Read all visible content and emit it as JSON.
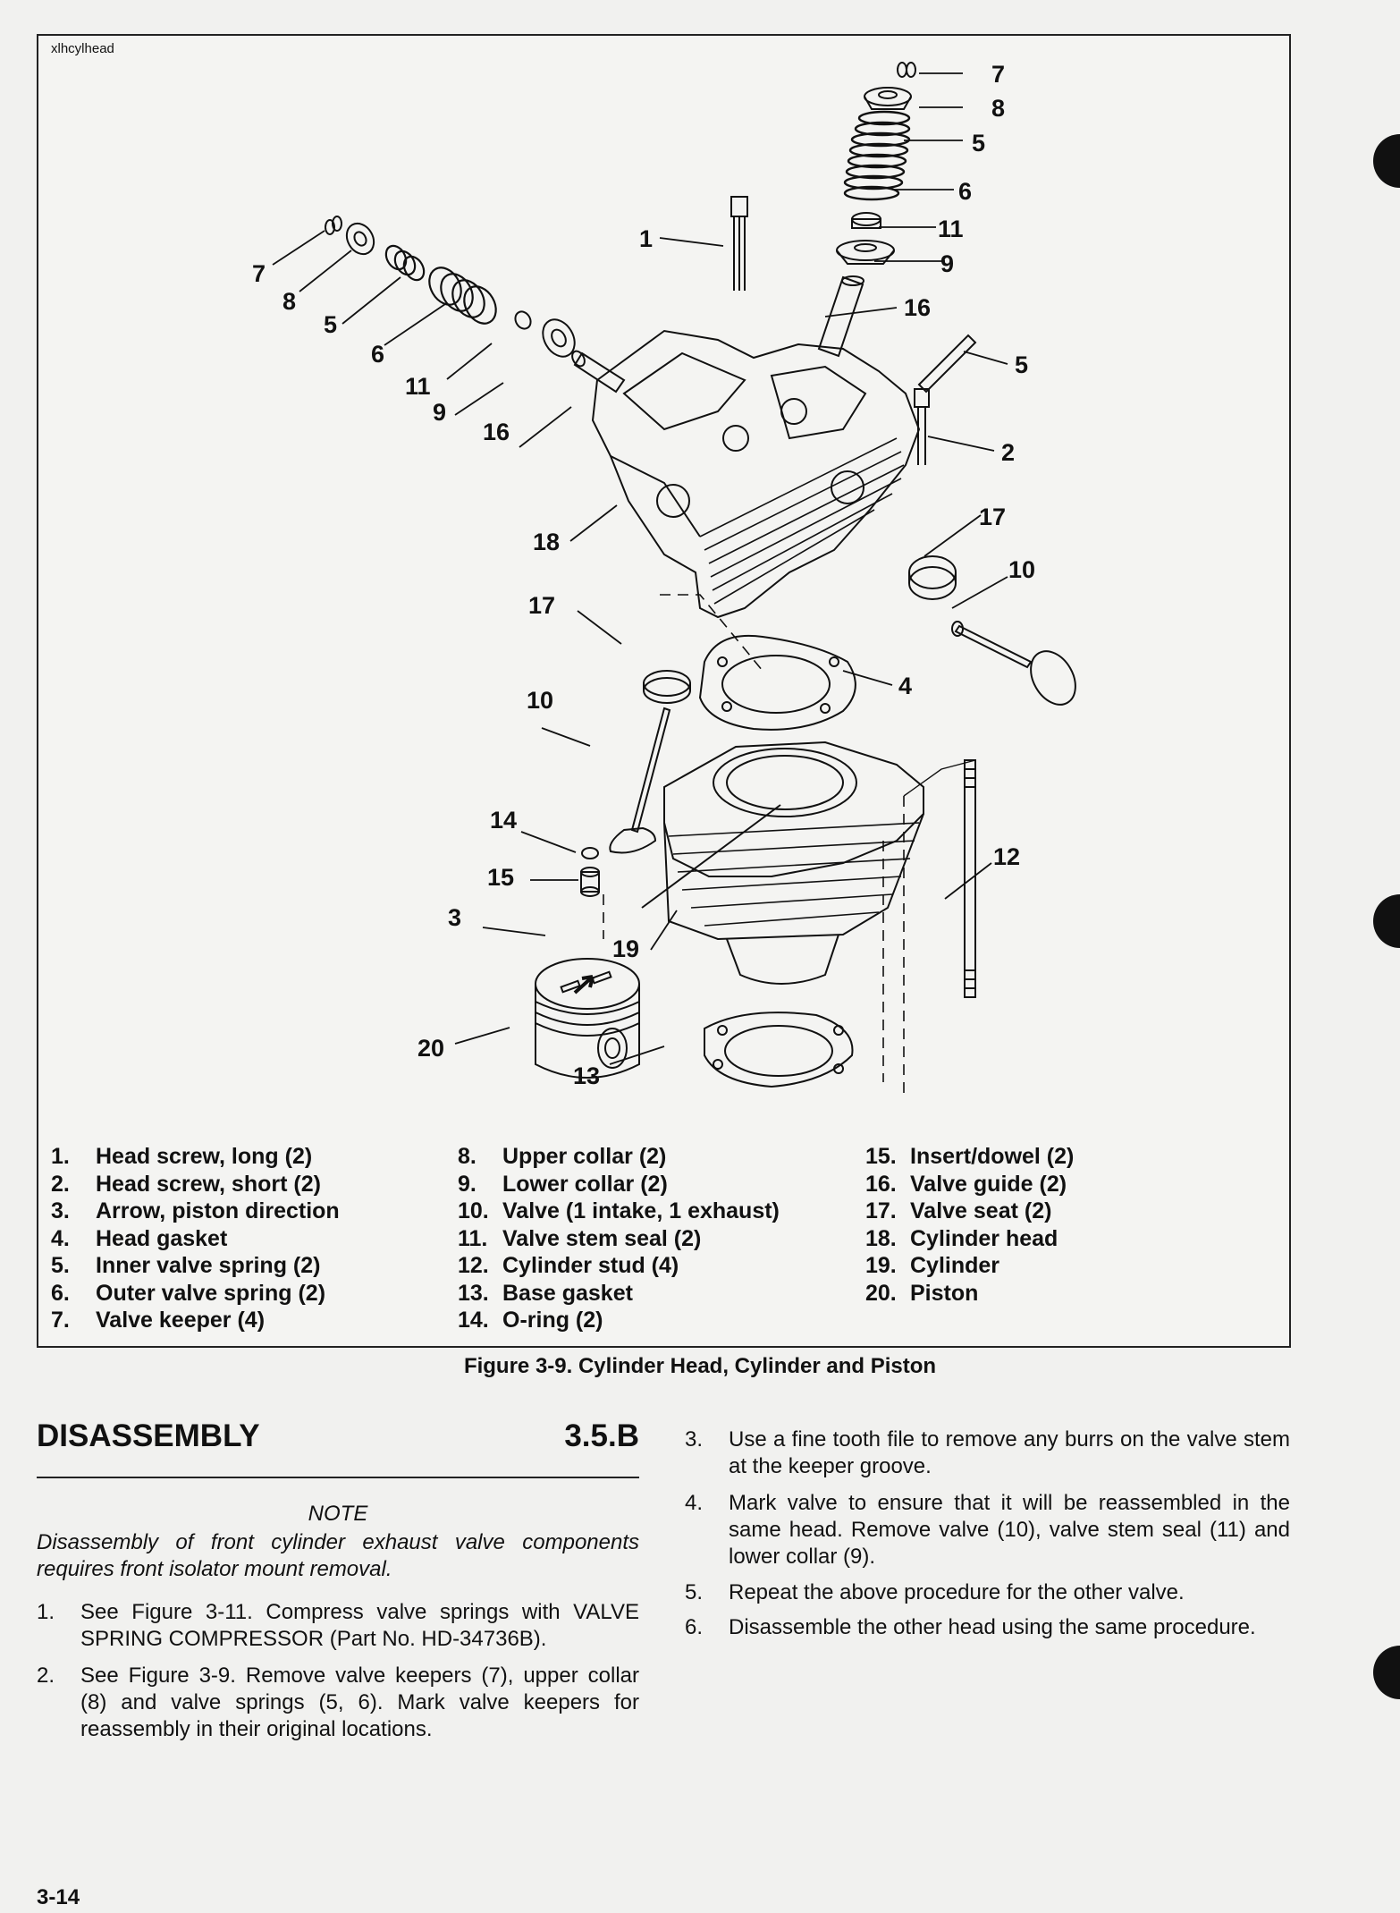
{
  "figure": {
    "tag": "xlhcylhead",
    "callouts": [
      "7",
      "8",
      "5",
      "6",
      "11",
      "9",
      "1",
      "16",
      "5",
      "2",
      "17",
      "10",
      "4",
      "18",
      "17",
      "10",
      "14",
      "15",
      "3",
      "19",
      "12",
      "20",
      "13",
      "7",
      "8",
      "5",
      "6",
      "11",
      "9",
      "16"
    ],
    "legend": [
      [
        [
          "1.",
          "Head screw, long (2)"
        ],
        [
          "2.",
          "Head screw, short (2)"
        ],
        [
          "3.",
          "Arrow, piston direction"
        ],
        [
          "4.",
          "Head gasket"
        ],
        [
          "5.",
          "Inner valve spring (2)"
        ],
        [
          "6.",
          "Outer valve spring (2)"
        ],
        [
          "7.",
          "Valve keeper (4)"
        ]
      ],
      [
        [
          "8.",
          "Upper collar (2)"
        ],
        [
          "9.",
          "Lower collar (2)"
        ],
        [
          "10.",
          "Valve (1 intake, 1 exhaust)"
        ],
        [
          "11.",
          "Valve stem seal (2)"
        ],
        [
          "12.",
          "Cylinder stud (4)"
        ],
        [
          "13.",
          "Base gasket"
        ],
        [
          "14.",
          "O-ring (2)"
        ]
      ],
      [
        [
          "15.",
          "Insert/dowel (2)"
        ],
        [
          "16.",
          "Valve guide (2)"
        ],
        [
          "17.",
          "Valve seat (2)"
        ],
        [
          "18.",
          "Cylinder head"
        ],
        [
          "19.",
          "Cylinder"
        ],
        [
          "20.",
          "Piston"
        ]
      ]
    ],
    "caption": "Figure 3-9. Cylinder Head, Cylinder and Piston"
  },
  "section": {
    "title": "DISASSEMBLY",
    "number": "3.5.B",
    "note_title": "NOTE",
    "note_text": "Disassembly of front cylinder exhaust valve components requires front isolator mount removal.",
    "steps": [
      {
        "n": "1.",
        "text": "See Figure 3-11. Compress valve springs with VALVE SPRING COMPRESSOR (Part No. HD-34736B)."
      },
      {
        "n": "2.",
        "text": "See Figure 3-9. Remove valve keepers (7), upper collar (8) and valve springs (5, 6). Mark valve keepers for reassembly in their original locations."
      },
      {
        "n": "3.",
        "text": "Use a fine tooth file to remove any burrs on the valve stem at the keeper groove."
      },
      {
        "n": "4.",
        "text": "Mark valve to ensure that it will be reassembled in the same head. Remove valve (10), valve stem seal (11) and lower collar (9)."
      },
      {
        "n": "5.",
        "text": "Repeat the above procedure for the other valve."
      },
      {
        "n": "6.",
        "text": "Disassemble the other head using the same procedure."
      }
    ]
  },
  "page_number": "3-14"
}
